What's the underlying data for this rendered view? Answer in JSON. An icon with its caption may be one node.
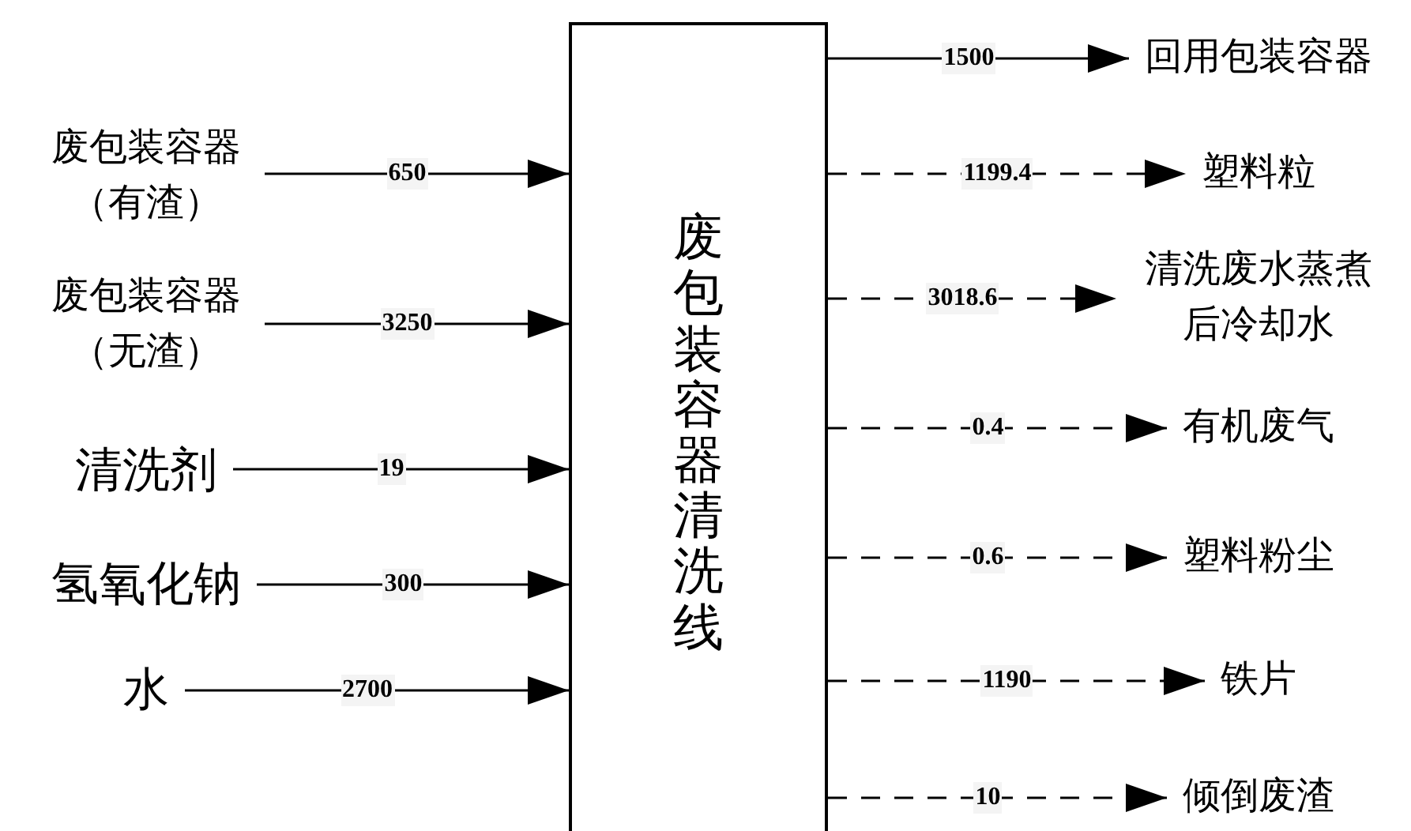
{
  "diagram": {
    "nodes": [
      {
        "text": [
          "废包装容器清洗线"
        ]
      },
      {
        "text": [
          "废包装容器（有渣）"
        ]
      },
      {
        "text": [
          "废包装容器（无渣）"
        ]
      },
      {
        "text": [
          "清洗剂"
        ]
      },
      {
        "text": [
          "氢氧化钠"
        ]
      },
      {
        "text": [
          "水"
        ]
      },
      {
        "text": [
          "回用包装容器"
        ]
      },
      {
        "text": [
          "塑料粒"
        ]
      },
      {
        "text": [
          "清洗废水蒸煮后冷却水"
        ]
      },
      {
        "text": [
          "有机废气"
        ]
      },
      {
        "text": [
          "塑料粉尘"
        ]
      },
      {
        "text": [
          "铁片"
        ]
      },
      {
        "text": [
          "倾倒废渣"
        ]
      }
    ],
    "edges": [
      {
        "from": 1,
        "to": 0,
        "arrow": "to",
        "label": "650"
      },
      {
        "from": 2,
        "to": 0,
        "arrow": "to",
        "label": "3250"
      },
      {
        "from": 3,
        "to": 0,
        "arrow": "to",
        "label": "19"
      },
      {
        "from": 4,
        "to": 0,
        "arrow": "to",
        "label": "300"
      },
      {
        "from": 5,
        "to": 0,
        "arrow": "to",
        "label": "2700"
      },
      {
        "from": 0,
        "to": 6,
        "arrow": "to",
        "label": "1500"
      },
      {
        "from": 0,
        "to": 7,
        "arrow": "to",
        "label": "1199.4",
        "style": "dashed"
      },
      {
        "from": 0,
        "to": 8,
        "arrow": "to",
        "label": "3018.6",
        "style": "dashed"
      },
      {
        "from": 0,
        "to": 9,
        "arrow": "to",
        "label": "0.4",
        "style": "dashed"
      },
      {
        "from": 0,
        "to": 10,
        "arrow": "to",
        "label": "0.6",
        "style": "dashed"
      },
      {
        "from": 0,
        "to": 11,
        "arrow": "to",
        "label": "1190",
        "style": "dashed"
      },
      {
        "from": 0,
        "to": 12,
        "arrow": "to",
        "label": "10",
        "style": "dashed"
      }
    ]
  }
}
